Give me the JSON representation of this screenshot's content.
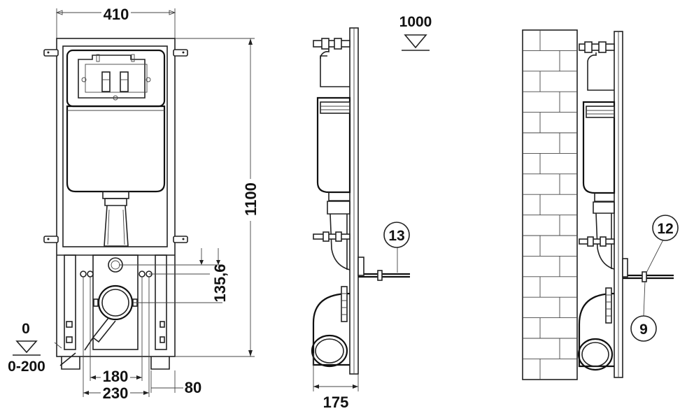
{
  "dimensions": {
    "width_top": "410",
    "height_total": "1100",
    "dim_135_6": "135,6",
    "dim_180": "180",
    "dim_230": "230",
    "dim_80": "80",
    "dim_175": "175"
  },
  "levels": {
    "floor_zero": "0",
    "floor_range": "0-200",
    "level_1000": "1000"
  },
  "callouts": {
    "side_view_item": "13",
    "wall_view_item": "12",
    "wall_view_bottom": "9"
  }
}
